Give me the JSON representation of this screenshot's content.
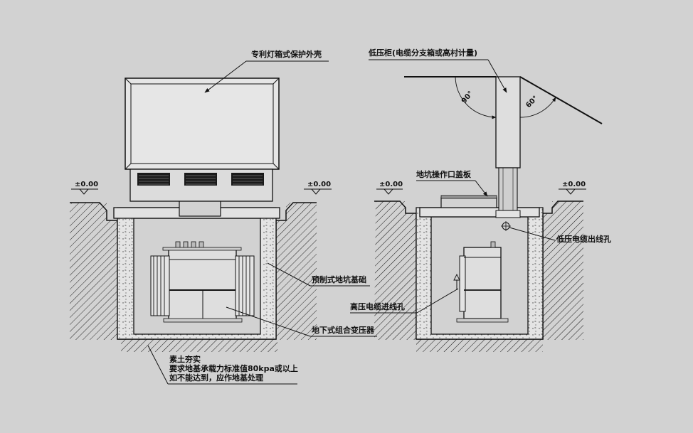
{
  "labels": {
    "shell": "专利灯箱式保护外壳",
    "lv_cabinet": "低压柜(电缆分支箱或高村计量)",
    "pit_cover": "地坑操作口盖板",
    "lv_outlet": "低压电缆出线孔",
    "prefab_base": "预制式地坑基础",
    "hv_inlet": "高压电缆进线孔",
    "transformer": "地下式组合变压器",
    "soil_line1": "素土夯实",
    "soil_line2": "要求地基承载力标准值80kpa或以上",
    "soil_line3": "如不能达到，应作地基处理"
  },
  "levels": [
    "±0.00",
    "±0.00",
    "±0.00",
    "±0.00"
  ],
  "angles": [
    "90°",
    "60°"
  ],
  "colors": {
    "background": "#d2d2d2",
    "line": "#111111",
    "fill_light": "#e6e6e6"
  }
}
